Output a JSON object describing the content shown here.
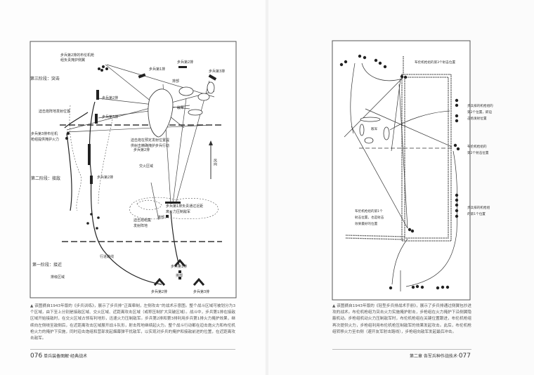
{
  "left_page": {
    "diagram_labels": {
      "bren_2nd_platoon": [
        "步兵第2排的布伦机枪",
        "组负责掩护侧翼"
      ],
      "phase3": "第三阶段：突击",
      "platoon1_top": "步兵第1排",
      "platoon2_top": "步兵第2排",
      "platoon3_top": "步兵第3排",
      "hq_top": "排部",
      "platoon2_mid": "步兵第2排",
      "mortar_fire_pos": "迫击炮阵地发射位置",
      "enemy": "敌军",
      "platoon3_mid": "步兵第3排",
      "bren_3rd_platoon": [
        "步兵第3排布伦机",
        "枪组提供掩护火力"
      ],
      "mortar_support": [
        "迫击炮在预定发射位置提",
        "供射击精确掩护步兵行动"
      ],
      "platoon2_lower": "步兵第2排",
      "wind": "风向",
      "fire_zone": "交火区域",
      "phase2": "第二阶段：接敌",
      "platoon2_phase2": "步兵第2排",
      "platoon1_suppress": [
        "步兵第1排负责通过近距",
        "离火力压制敌军"
      ],
      "mortar_group": [
        "迫击炮组集",
        "发射阵地"
      ],
      "hq_mid": "排部",
      "route": "行进路线",
      "phase1": "第一阶段：接近",
      "start_line": "排级区域",
      "platoon1_bottom": "步兵第1排",
      "hq_bottom": "排部",
      "platoon2_bottom": "步兵第2排",
      "platoon3_bottom": "步兵第3排"
    },
    "caption": "▲ 该图摘自1943年版的《步兵训练》，展示了步兵排“正面牵制，左侧攻击”的战术示意图。整个战斗区域可被划分为3个区域，由下至上分别是接敌区域、交火区域、近距离攻击区域（或称压制扩大突破区域）。战斗中，步兵第1排在接敌区域开始接敌时，在交火区域占领有利地形，迅速火力压制敌军。步兵第2排和第3排利用步兵第1排火力掩护效果，继续向左侧绕至敌侧后，在近距离攻击区域展开战斗队形，射击阵地继续起火力。整个战斗行动都在迫击炮火力和布伦机枪火力的掩护下实施，同时迫击炮组和营部发起烟幕弹干扰敌军，以实现对步兵的掩护和接敌前进的位置，在近距离攻击敌军。",
    "folio_number": "076",
    "folio_title": "单兵装备图解·经典战术"
  },
  "right_page": {
    "diagram_labels": {
      "bren_pos3": "布伦机枪组的第3个射击位置",
      "rifle_pos2": [
        "步兵排的机枪组的",
        "第2个位置，即迫",
        "击炮发射位置"
      ],
      "enemy": "敌军",
      "bren_pos2": [
        "布伦机枪组的",
        "第2个射击位置"
      ],
      "rifle_pos1": [
        "步兵排的机枪组",
        "的第1个位置"
      ],
      "bren_pos1": [
        "布伦机枪组的第1个",
        "射击位置，也是射击",
        "效果最好的位置"
      ]
    },
    "caption": "▲ 该图摘自1943年版的《轻型步兵排战术手册》，展示了步兵排通过侧翼包抄进攻的战术。布伦机枪组为突击火力实施掩护射击，步枪组在火力掩护下沿侧翼隐蔽机动。步枪组机动火力压制敌军时，布伦机枪组在关键位置跟进，布伦机枪组再次提供火力，步枪组利用布伦机枪压制敌军的效果发起攻击。此后，布伦机枪组转移火力至右侧（避开友军射击路线），步枪组向敌军发起最后冲击。",
    "folio_chapter": "第二章 各军兵种作战技术·",
    "folio_number": "077"
  }
}
